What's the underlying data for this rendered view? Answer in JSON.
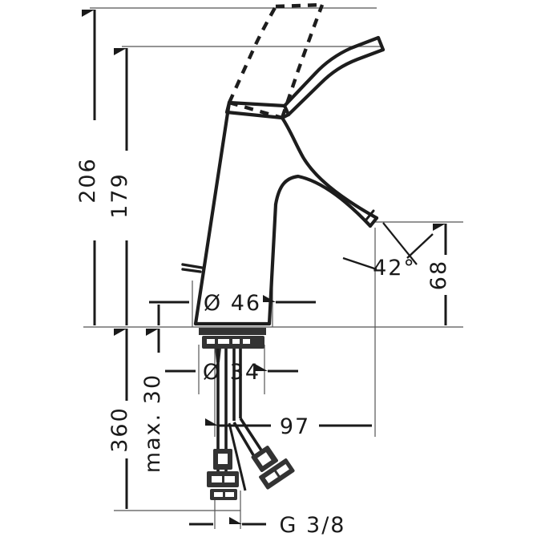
{
  "drawing": {
    "kind": "technical-dimension-drawing",
    "subject": "single-lever basin mixer faucet",
    "line_color": "#1d1d1d",
    "dimension_color": "#1a1a1a",
    "background": "#ffffff"
  },
  "dimensions": {
    "overall_height": "206",
    "spout_height": "179",
    "supply_hose_length": "360",
    "max_counter_thickness": "max. 30",
    "base_diameter": "Ø 46",
    "shank_diameter": "Ø 34",
    "spout_reach": "97",
    "spout_outlet_height": "68",
    "handle_angle": "42°",
    "thread_size": "G 3/8"
  },
  "labels": [
    {
      "id": "dim-206",
      "text": "206",
      "orientation": "vertical"
    },
    {
      "id": "dim-179",
      "text": "179",
      "orientation": "vertical"
    },
    {
      "id": "dim-360",
      "text": "360",
      "orientation": "vertical"
    },
    {
      "id": "dim-max30",
      "text": "max. 30",
      "orientation": "vertical"
    },
    {
      "id": "dim-d46",
      "text": "Ø 46",
      "orientation": "horizontal"
    },
    {
      "id": "dim-d34",
      "text": "Ø 34",
      "orientation": "horizontal"
    },
    {
      "id": "dim-97",
      "text": "97",
      "orientation": "horizontal"
    },
    {
      "id": "dim-68",
      "text": "68",
      "orientation": "vertical"
    },
    {
      "id": "dim-42deg",
      "text": "42°",
      "orientation": "horizontal"
    },
    {
      "id": "dim-g38",
      "text": "G 3/8",
      "orientation": "horizontal"
    }
  ]
}
